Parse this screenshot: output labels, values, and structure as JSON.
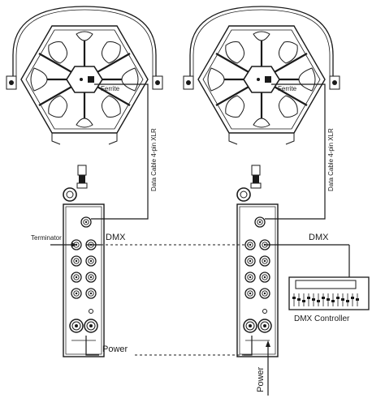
{
  "labels": {
    "ferrite_left": "Ferrite",
    "ferrite_right": "Ferrite",
    "data_cable_left": "Data Cable 4-pin XLR",
    "data_cable_right": "Data Cable 4-pin XLR",
    "terminator": "Terminator",
    "dmx_left": "DMX",
    "dmx_right": "DMX",
    "dmx_controller": "DMX Controller",
    "power_bus": "Power",
    "power_input": "Power"
  }
}
